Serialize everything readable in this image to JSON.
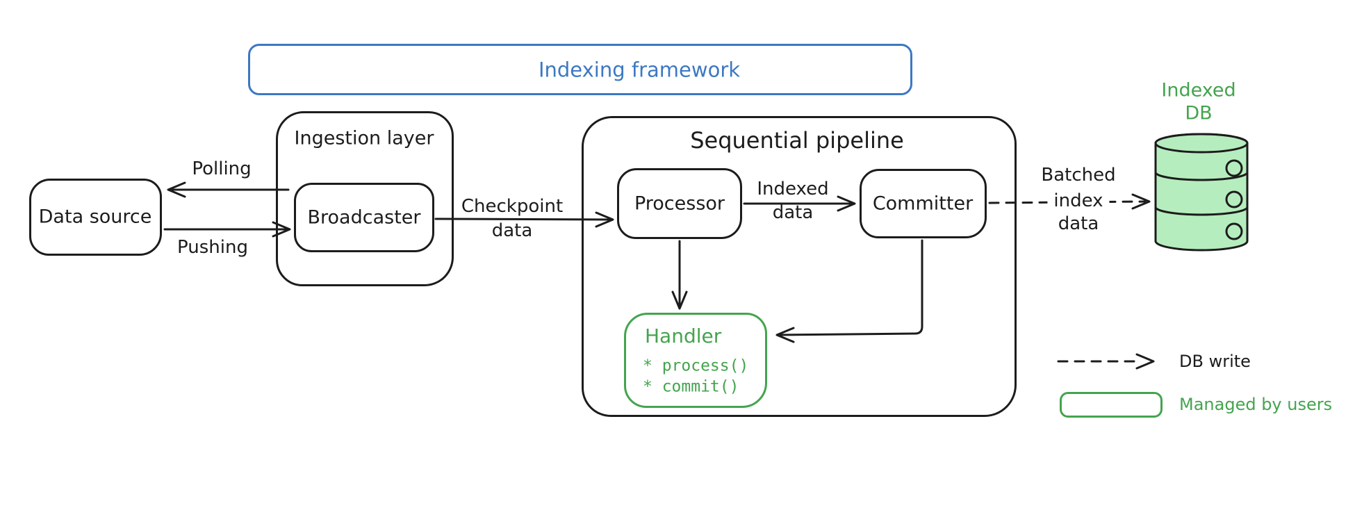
{
  "colors": {
    "ink": "#1c1c1c",
    "blue": "#3c78c2",
    "green": "#44a44e",
    "green_fill": "#b6edbe",
    "background": "#ffffff"
  },
  "frame": {
    "title": "Indexing framework"
  },
  "nodes": {
    "data_source": {
      "label": "Data source"
    },
    "ingestion_layer": {
      "label": "Ingestion layer"
    },
    "broadcaster": {
      "label": "Broadcaster"
    },
    "sequential_pipeline": {
      "label": "Sequential pipeline"
    },
    "processor": {
      "label": "Processor"
    },
    "committer": {
      "label": "Committer"
    },
    "handler": {
      "title": "Handler",
      "methods": [
        "* process()",
        "* commit()"
      ]
    },
    "indexed_db": {
      "label_line1": "Indexed",
      "label_line2": "DB"
    }
  },
  "edges": {
    "polling": {
      "label": "Polling"
    },
    "pushing": {
      "label": "Pushing"
    },
    "checkpoint_data": {
      "line1": "Checkpoint",
      "line2": "data"
    },
    "indexed_data": {
      "line1": "Indexed",
      "line2": "data"
    },
    "batched_index_data": {
      "line1": "Batched",
      "line2": "index",
      "line3": "data"
    }
  },
  "legend": {
    "db_write": {
      "label": "DB write"
    },
    "managed_by_users": {
      "label": "Managed by users"
    }
  }
}
